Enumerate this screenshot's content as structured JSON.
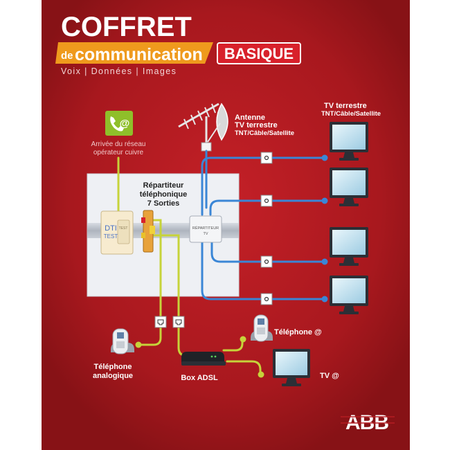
{
  "header": {
    "title_line1": "COFFRET",
    "title_prefix": "de",
    "title_word": "communication",
    "edition": "BASIQUE",
    "tagline": "Voix | Données | Images"
  },
  "colors": {
    "background_outer": "#8d1318",
    "background_inner": "#b51c22",
    "accent_orange": "#ef9a1d",
    "edition_red": "#d8212b",
    "copper_line": "#c6d33a",
    "coax_line": "#3a86d6",
    "panel": "#eef0f4"
  },
  "labels": {
    "network_arrival": [
      "Arrivée du réseau",
      "opérateur cuivre"
    ],
    "antenna": [
      "Antenne",
      "TV terrestre",
      "TNT/Câble/Satellite"
    ],
    "tv_top": [
      "TV terrestre",
      "TNT/Câble/Satellite"
    ],
    "splitter": [
      "Répartiteur",
      "téléphonique",
      "7 Sorties"
    ],
    "dti": [
      "DTI",
      "TEST"
    ],
    "dti_small": "TEST",
    "tv_splitter": [
      "RÉPARTITEUR",
      "TV"
    ],
    "phone_analog": [
      "Téléphone",
      "analogique"
    ],
    "box_adsl": "Box ADSL",
    "phone_ip": "Téléphone @",
    "tv_ip": "TV @",
    "brand": "ABB"
  },
  "icons": {
    "network": "phone-at-icon",
    "antenna": "antenna-icon",
    "tv_outlet": "coax-outlet-icon",
    "rj45": "rj45-outlet-icon",
    "phone": "cordless-phone-icon",
    "tv": "tv-monitor-icon",
    "box": "adsl-box-icon"
  }
}
